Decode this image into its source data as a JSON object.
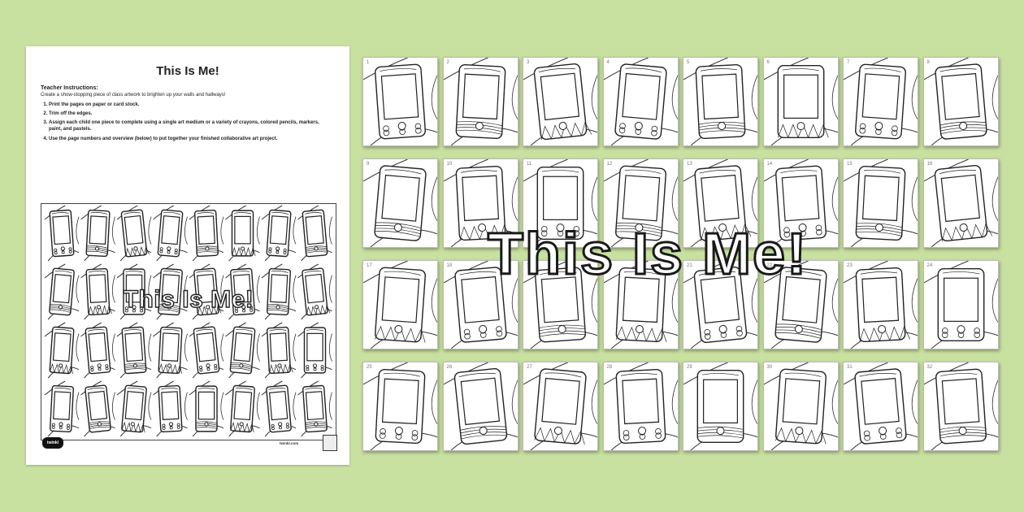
{
  "sheet": {
    "title": "This Is Me!",
    "instructions_heading": "Teacher Instructions:",
    "intro": "Create a show-stopping piece of class artwork to brighten up your walls and hallways!",
    "steps": [
      "Print the pages on paper or card stock.",
      "Trim off the edges.",
      "Assign each child one piece to complete using a single art medium or a variety of crayons, colored pencils, markers, paint, and pastels.",
      "Use the page numbers and overview (below) to put together your finished collaborative art project."
    ],
    "overview_title": "This Is Me!",
    "logo_text": "twinkl",
    "footer_text": "twinkl.com"
  },
  "banner_title": "This Is Me!",
  "tile_numbers": [
    "1",
    "2",
    "3",
    "4",
    "5",
    "6",
    "7",
    "8",
    "9",
    "10",
    "11",
    "12",
    "13",
    "14",
    "15",
    "16",
    "17",
    "18",
    "19",
    "20",
    "21",
    "22",
    "23",
    "24",
    "25",
    "26",
    "27",
    "28",
    "29",
    "30",
    "31",
    "32"
  ]
}
